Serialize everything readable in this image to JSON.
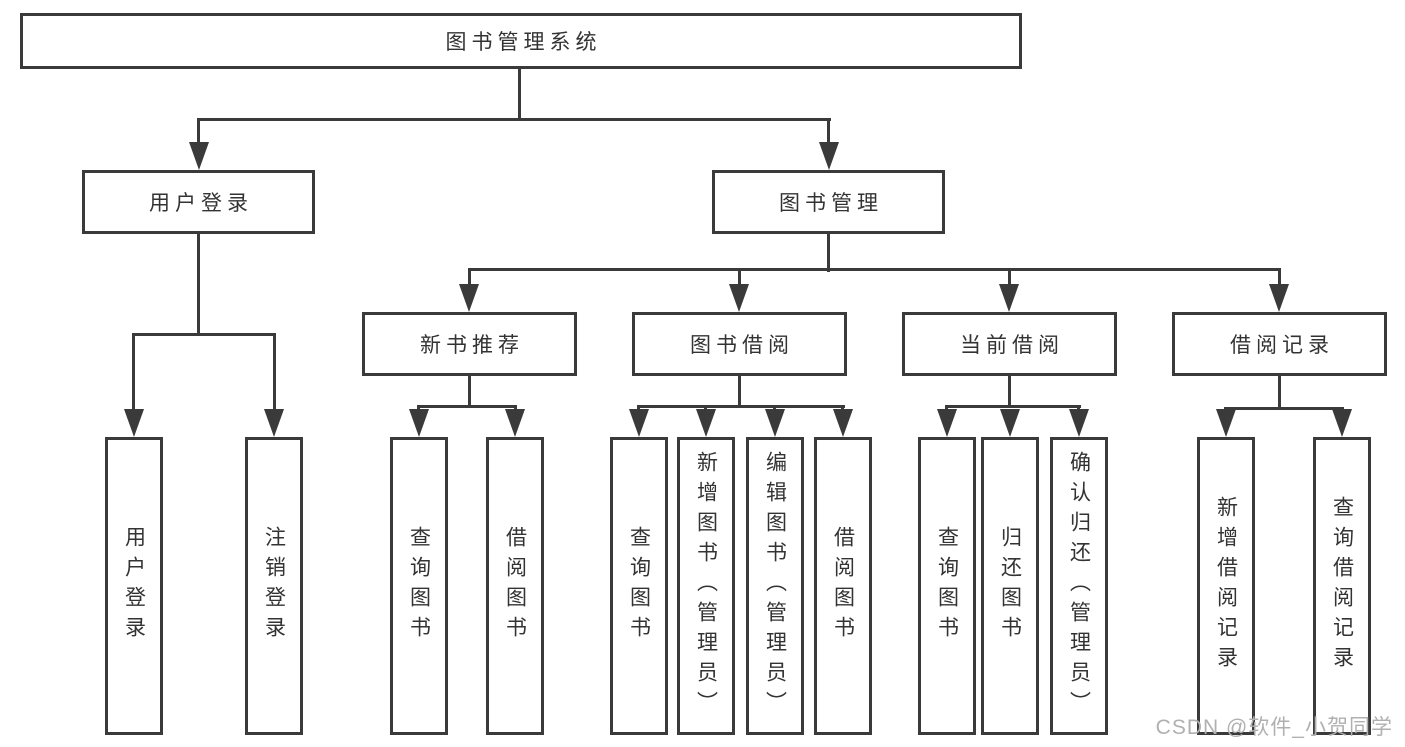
{
  "diagram": {
    "type": "hierarchy-tree",
    "tree": {
      "root": {
        "label": "图书管理系统",
        "children": [
          {
            "label": "用户登录",
            "children": [
              {
                "label": "用户登录"
              },
              {
                "label": "注销登录"
              }
            ]
          },
          {
            "label": "图书管理",
            "children": [
              {
                "label": "新书推荐",
                "children": [
                  {
                    "label": "查询图书"
                  },
                  {
                    "label": "借阅图书"
                  }
                ]
              },
              {
                "label": "图书借阅",
                "children": [
                  {
                    "label": "查询图书"
                  },
                  {
                    "label": "新增图书（管理员）"
                  },
                  {
                    "label": "编辑图书（管理员）"
                  },
                  {
                    "label": "借阅图书"
                  }
                ]
              },
              {
                "label": "当前借阅",
                "children": [
                  {
                    "label": "查询图书"
                  },
                  {
                    "label": "归还图书"
                  },
                  {
                    "label": "确认归还（管理员）"
                  }
                ]
              },
              {
                "label": "借阅记录",
                "children": [
                  {
                    "label": "新增借阅记录"
                  },
                  {
                    "label": "查询借阅记录"
                  }
                ]
              }
            ]
          }
        ]
      }
    },
    "colors": {
      "line": "#3a3a3a",
      "box_fill": "#ffffff",
      "text": "#333333",
      "watermark": "#b0b0b0",
      "background": "#ffffff"
    }
  },
  "watermark": {
    "text": "CSDN @软件_小贺同学"
  }
}
